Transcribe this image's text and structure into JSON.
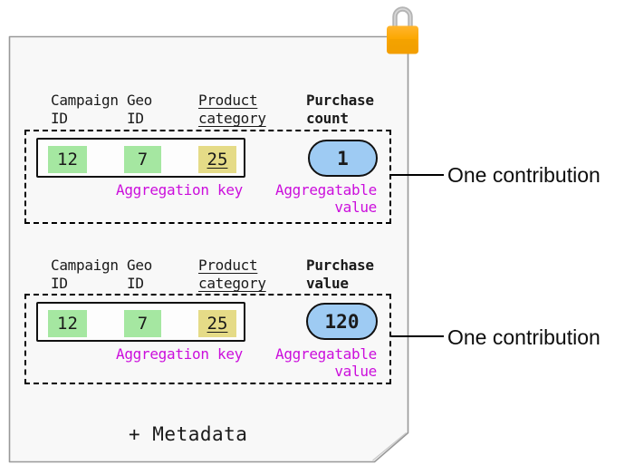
{
  "sheet": {
    "background": "#F8F8F8",
    "border_color": "#999999",
    "metadata_label": "+ Metadata"
  },
  "lock_icon": {
    "body_color": "#F9A602",
    "shackle_color": "#B5B5B5"
  },
  "colors": {
    "key_cell_green": "#A5E7A1",
    "key_cell_yellow": "#E5DB87",
    "value_pill_blue": "#9ECBF3",
    "label_magenta": "#CB0EDC",
    "dashed_border": "#000000"
  },
  "sections": [
    {
      "headers": [
        {
          "label": "Campaign\nID"
        },
        {
          "label": "Geo\nID"
        },
        {
          "label": "Product\ncategory"
        },
        {
          "label": "Purchase\ncount"
        }
      ],
      "key_cells": [
        {
          "value": "12"
        },
        {
          "value": "7"
        },
        {
          "value": "25"
        }
      ],
      "aggregation_key_label": "Aggregation key",
      "value_pill": "1",
      "aggregatable_value_label": "Aggregatable\nvalue",
      "annotation": "One contribution"
    },
    {
      "headers": [
        {
          "label": "Campaign\nID"
        },
        {
          "label": "Geo\nID"
        },
        {
          "label": "Product\ncategory"
        },
        {
          "label": "Purchase\nvalue"
        }
      ],
      "key_cells": [
        {
          "value": "12"
        },
        {
          "value": "7"
        },
        {
          "value": "25"
        }
      ],
      "aggregation_key_label": "Aggregation key",
      "value_pill": "120",
      "aggregatable_value_label": "Aggregatable\nvalue",
      "annotation": "One contribution"
    }
  ]
}
